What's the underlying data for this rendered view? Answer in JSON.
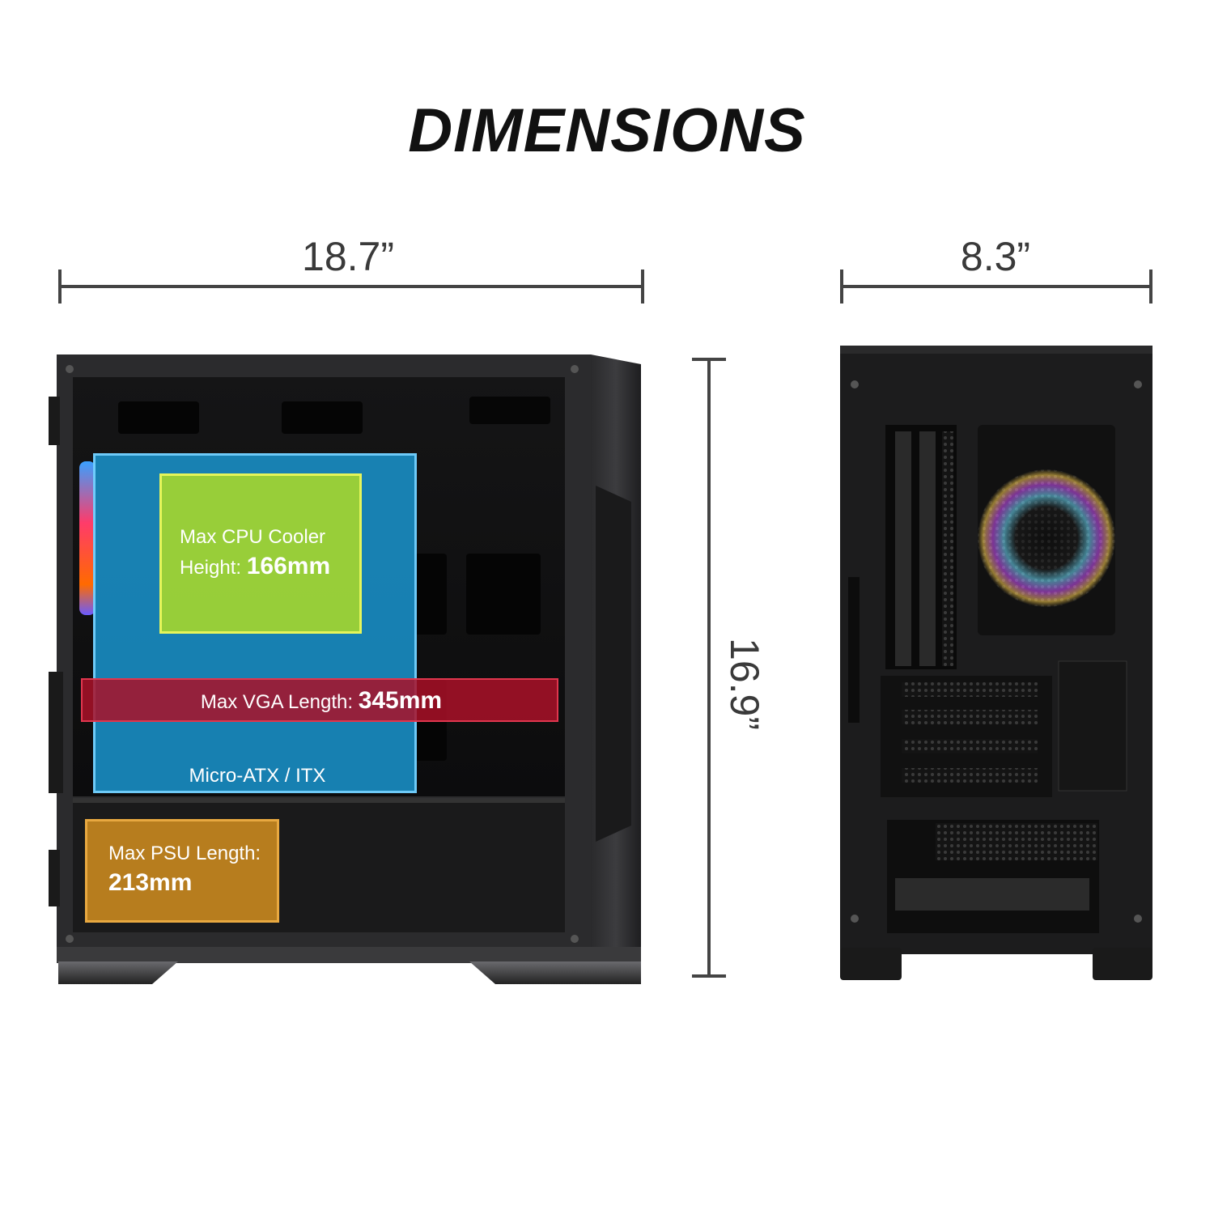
{
  "title": "DIMENSIONS",
  "dimensions": {
    "width": "18.7”",
    "height": "16.9”",
    "depth": "8.3”"
  },
  "overlays": {
    "cpu_cooler": {
      "label": "Max CPU Cooler",
      "prefix": "Height:",
      "value": "166mm",
      "color": "#b5e02a"
    },
    "vga": {
      "label": "Max VGA Length:",
      "value": "345mm",
      "color": "#b3122e"
    },
    "motherboard": {
      "label": "Micro-ATX / ITX",
      "color": "#1a9ad6"
    },
    "psu": {
      "label": "Max PSU Length:",
      "value": "213mm",
      "color": "#c8881f"
    }
  }
}
